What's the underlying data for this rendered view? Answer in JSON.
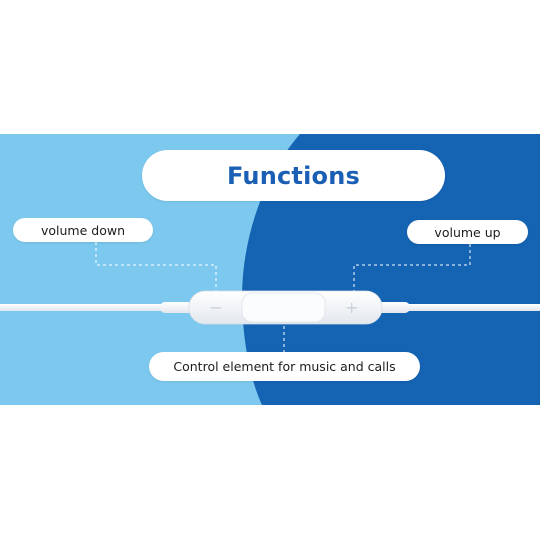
{
  "title": "Functions",
  "labels": {
    "volume_down": "volume down",
    "volume_up": "volume up",
    "control": "Control element for music and calls"
  },
  "remote": {
    "minus_symbol": "−",
    "plus_symbol": "+"
  },
  "colors": {
    "light_blue": "#7cc8ee",
    "dark_blue": "#1563b3",
    "title_blue": "#1a5fb4",
    "white": "#ffffff"
  }
}
